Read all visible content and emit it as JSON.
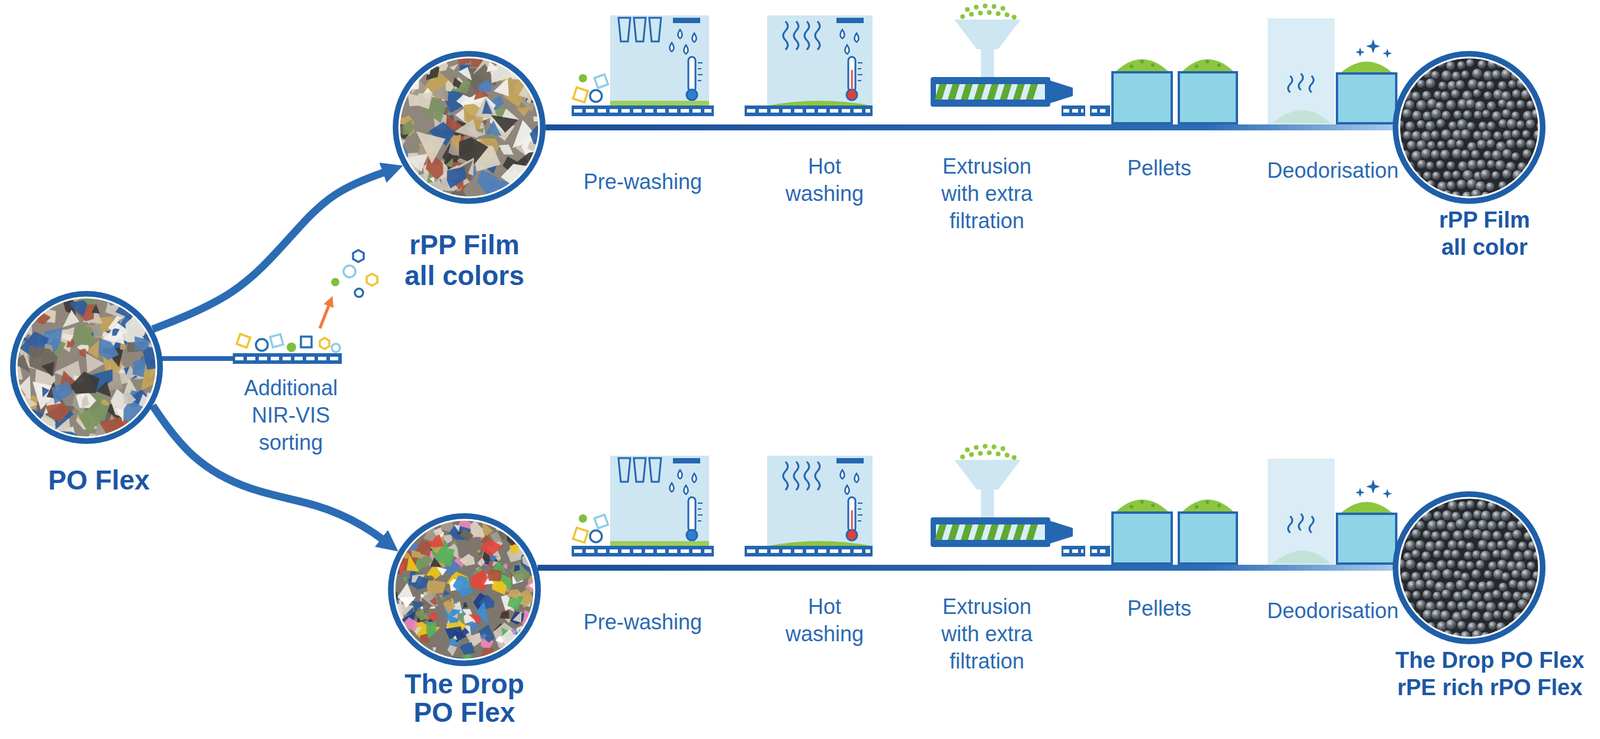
{
  "diagram": {
    "nodes": [
      {
        "text": [
          "PO Flex"
        ]
      },
      {
        "text": [
          "rPP Film all colors"
        ]
      },
      {
        "text": [
          "rPP Film all color"
        ]
      },
      {
        "text": [
          "The Drop PO Flex"
        ]
      },
      {
        "text": [
          "The Drop PO Flex rPE rich rPO Flex"
        ]
      }
    ],
    "edges": [
      {
        "from": 0,
        "to": 1,
        "arrow": "to"
      },
      {
        "from": 0,
        "to": 3,
        "arrow": "to"
      },
      {
        "from": 1,
        "to": 2,
        "arrow": "none"
      },
      {
        "from": 3,
        "to": 4,
        "arrow": "none"
      }
    ],
    "labels": [
      "Additional NIR-VIS sorting",
      "Pre-washing",
      "Hot washing",
      "Extrusion with extra filtration",
      "Pellets",
      "Deodorisation",
      "Pre-washing",
      "Hot washing",
      "Extrusion with extra filtration",
      "Pellets",
      "Deodorisation"
    ]
  }
}
